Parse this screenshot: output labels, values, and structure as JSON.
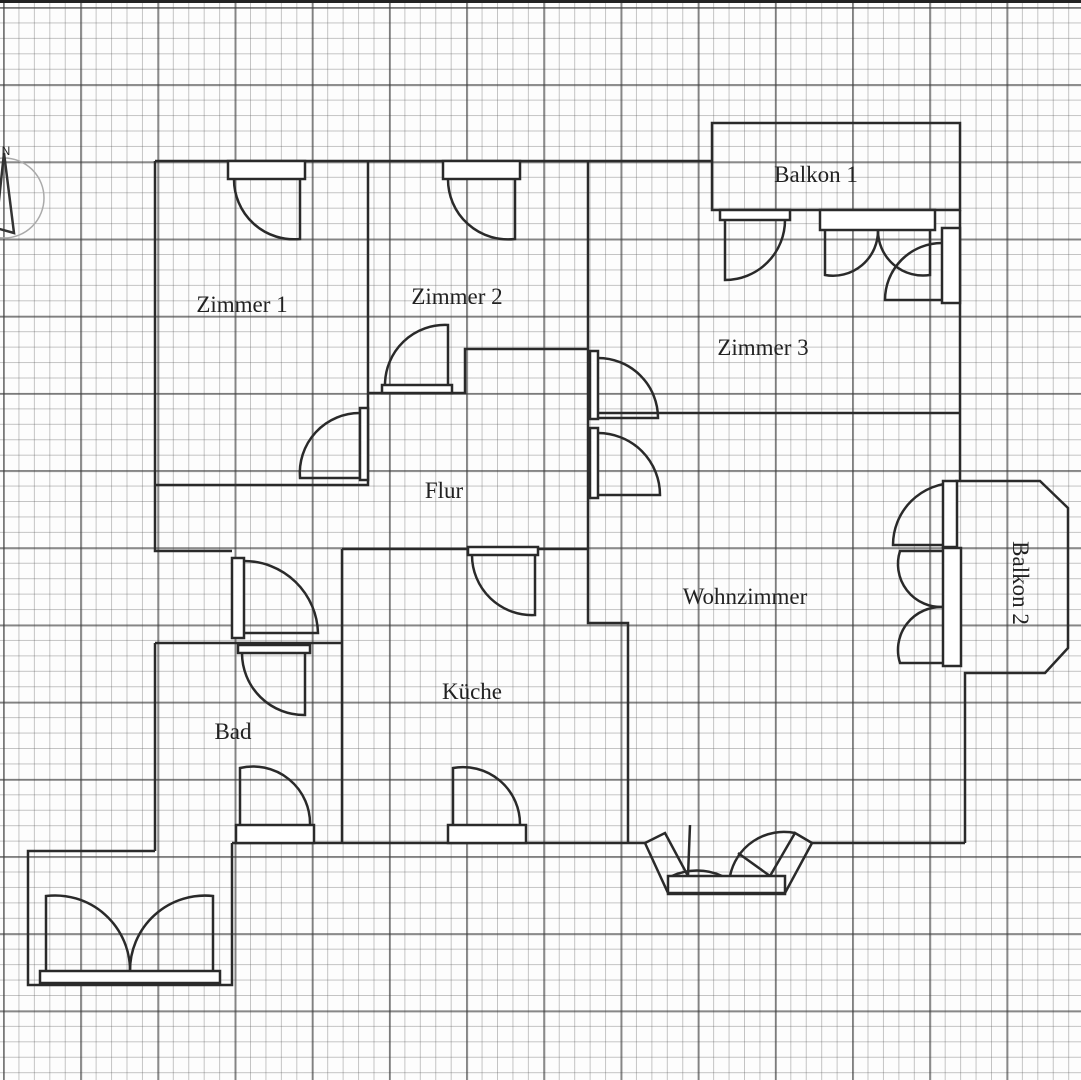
{
  "plan": {
    "rooms": {
      "zimmer1": "Zimmer 1",
      "zimmer2": "Zimmer 2",
      "zimmer3": "Zimmer 3",
      "balkon1": "Balkon 1",
      "balkon2": "Balkon 2",
      "flur": "Flur",
      "wohnzimmer": "Wohnzimmer",
      "kueche": "Küche",
      "bad": "Bad"
    },
    "compass": {
      "label": "N"
    },
    "colors": {
      "wall": "#2a2a2a",
      "grid": "#9a9a9a",
      "background": "#fdfdfd"
    }
  }
}
